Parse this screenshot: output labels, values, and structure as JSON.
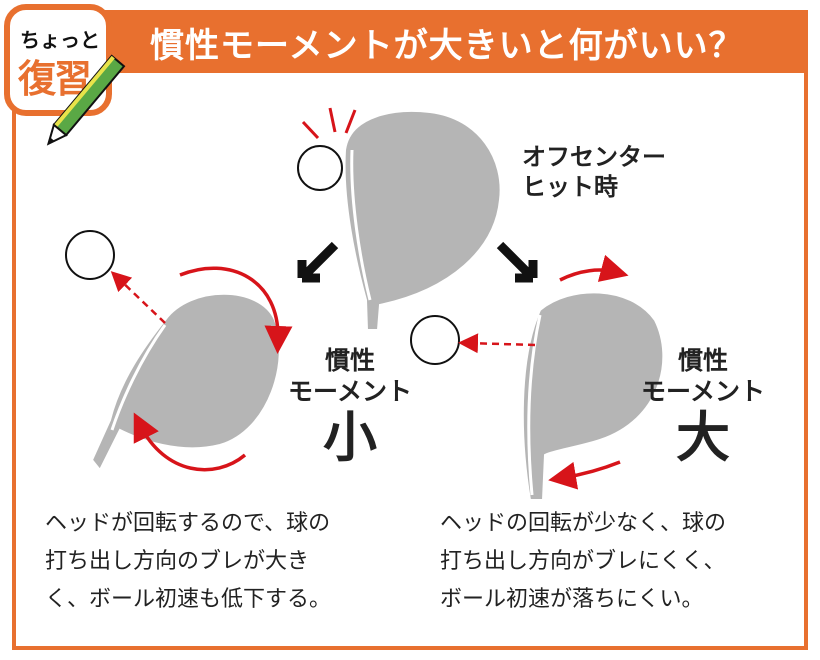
{
  "header": {
    "title": "慣性モーメントが大きいと何がいい？"
  },
  "badge": {
    "small": "ちょっと",
    "big": "復習"
  },
  "top_label": {
    "line1": "オフセンター",
    "line2": "ヒット時"
  },
  "left": {
    "label_line1": "慣性",
    "label_line2": "モーメント",
    "size": "小",
    "desc": [
      "ヘッドが回転するので、球の",
      "打ち出し方向のブレが大き",
      "く、ボール初速も低下する。"
    ]
  },
  "right": {
    "label_line1": "慣性",
    "label_line2": "モーメント",
    "size": "大",
    "desc": [
      "ヘッドの回転が少なく、球の",
      "打ち出し方向がブレにくく、",
      "ボール初速が落ちにくい。"
    ]
  },
  "colors": {
    "accent": "#e8702f",
    "arrow_red": "#d7141a",
    "head_gray": "#b5b5b5"
  }
}
